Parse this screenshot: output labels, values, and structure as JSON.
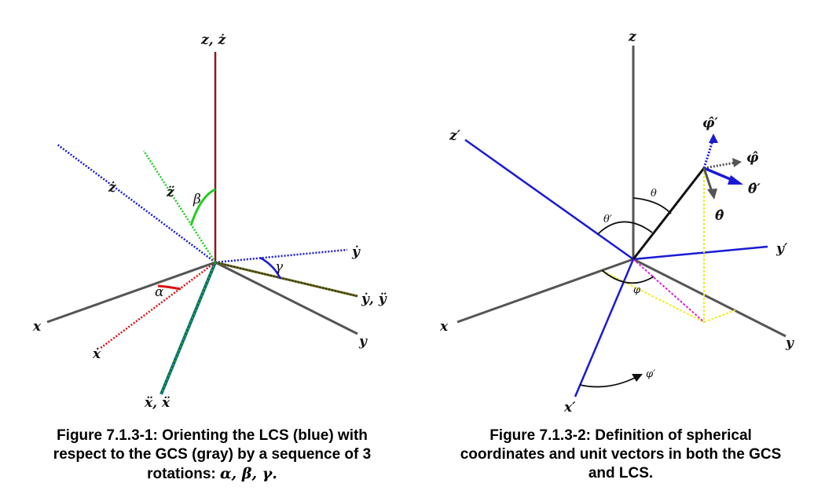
{
  "figure1": {
    "labels": {
      "z_top": "z, ż",
      "z_dot": "ż",
      "z_ddot": "z̈",
      "y_dot": "ẏ",
      "y_right": "ẏ, ÿ",
      "x": "x",
      "x_dot": "ẋ",
      "x_bottom": "ẍ, ẍ",
      "y": "y",
      "alpha": "α",
      "beta": "β",
      "gamma": "γ"
    },
    "caption": {
      "line1": "Figure 7.1.3-1: Orienting the LCS (blue) with",
      "line2": "respect to the GCS (gray) by a sequence of 3",
      "line3_prefix": "rotations: ",
      "line3_symbols": "α, β, γ."
    },
    "colors": {
      "gcs": "#555555",
      "lcs": "#1a1ad6",
      "alpha": "#dd1111",
      "beta": "#22cc22",
      "gamma": "#1a1ad6",
      "z_axis": "#8b1a1a",
      "olive": "#6b6b1a",
      "teal": "#0a6b6b"
    }
  },
  "figure2": {
    "labels": {
      "z": "z",
      "z_prime": "z′",
      "phi_hat_prime": "φ̂′",
      "phi_hat": "φ̂",
      "theta_hat_prime": "θ̂′",
      "theta_hat": "θ̂",
      "theta": "θ",
      "theta_prime": "θ′",
      "y_prime": "y′",
      "phi": "φ",
      "x": "x",
      "y": "y",
      "x_prime": "x′",
      "phi_prime": "φ′"
    },
    "caption": {
      "line1": "Figure 7.1.3-2: Definition of spherical",
      "line2": "coordinates and unit vectors in both the GCS",
      "line3": "and LCS."
    },
    "colors": {
      "gcs": "#555555",
      "lcs": "#1a1ad6",
      "projection": "#eeee22",
      "magenta": "#dd22dd",
      "vector": "#111111"
    }
  }
}
